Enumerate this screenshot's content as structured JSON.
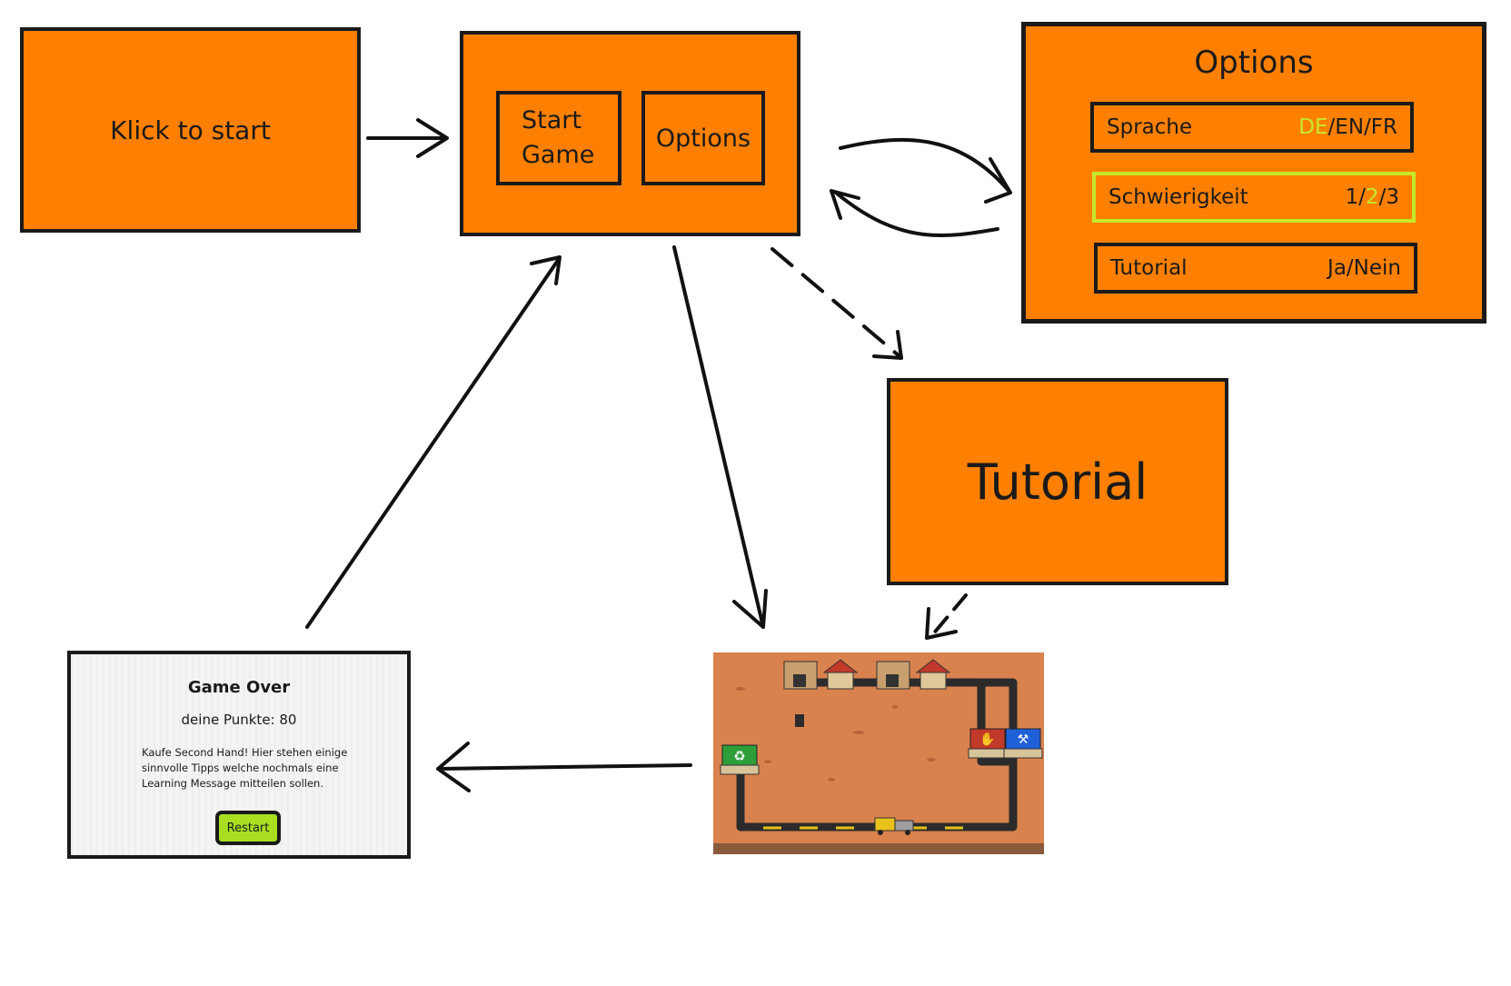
{
  "start_screen": {
    "label": "Klick to start"
  },
  "main_menu": {
    "start_game": "Start Game",
    "options": "Options"
  },
  "options_screen": {
    "title": "Options",
    "rows": [
      {
        "label": "Sprache",
        "value_highlight": "DE",
        "value_rest": "/EN/FR"
      },
      {
        "label": "Schwierigkeit",
        "value_pre": "1/",
        "value_highlight": "2",
        "value_post": "/3"
      },
      {
        "label": "Tutorial",
        "value": "Ja/Nein"
      }
    ]
  },
  "tutorial_screen": {
    "label": "Tutorial"
  },
  "game_over_screen": {
    "title": "Game Over",
    "score": "deine Punkte: 80",
    "message": "Kaufe Second Hand! Hier stehen einige sinnvolle Tipps welche nochmals eine Learning Message mitteilen sollen.",
    "restart": "Restart"
  },
  "colors": {
    "screen_orange": "#ff8000",
    "highlight_green": "#c6e82a",
    "game_ground": "#d9824e",
    "restart_button": "#a8e021"
  },
  "icons": [
    "recycle-icon",
    "handshake-icon",
    "hammer-icon",
    "house-icon",
    "truck-icon"
  ]
}
